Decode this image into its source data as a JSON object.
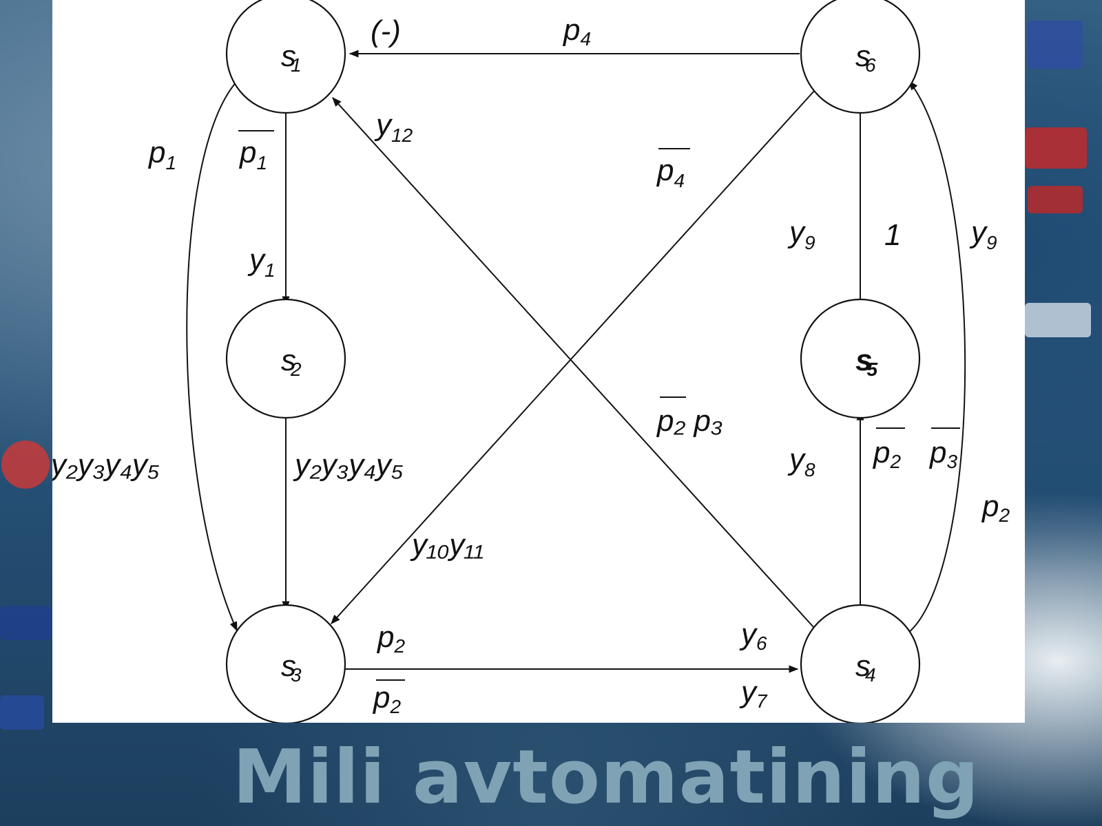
{
  "title": "Mili avtomatining",
  "diagram": {
    "states": {
      "s1": {
        "name": "s",
        "idx": "1"
      },
      "s2": {
        "name": "s",
        "idx": "2"
      },
      "s3": {
        "name": "s",
        "idx": "3"
      },
      "s4": {
        "name": "s",
        "idx": "4"
      },
      "s5": {
        "name": "s",
        "idx": "5"
      },
      "s6": {
        "name": "s",
        "idx": "6"
      }
    },
    "labels": {
      "neg_marker": "(-)",
      "s6_s1_cond": "4",
      "s4_s1_out": "12",
      "s1_s3_cond": "1",
      "s1_s2_cond": "1",
      "s1_s2_out": "1",
      "s1_s3_out": "y₂y₃y₄y₅",
      "s2_s3_out": "y₂y₃y₄y₅",
      "s6_s3_cond": "4",
      "s6_s3_out": "y₁₀y₁₁",
      "s4_s1_cond": "p₂ p₃",
      "s5_s6_out": "9",
      "s5_s6_cond": "1",
      "s4_s6_out": "9",
      "s4_s5_out": "8",
      "s4_s5_cond_a": "2",
      "s4_s5_cond_b": "3",
      "s4_s6_cond": "2",
      "s3_s4_cond_a": "2",
      "s3_s4_cond_b": "2",
      "s3_s4_out_a": "6",
      "s3_s4_out_b": "7"
    }
  }
}
